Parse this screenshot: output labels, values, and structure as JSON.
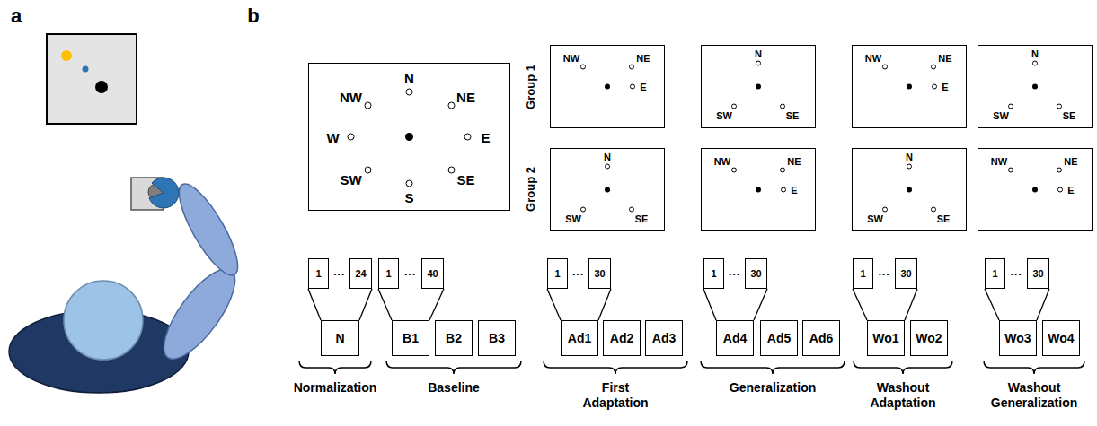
{
  "diagram": {
    "nodes": [
      {
        "text": [
          "N",
          "NW",
          "NE",
          "W",
          "E",
          "SW",
          "S",
          "SE"
        ]
      },
      {
        "text": [
          "NW",
          "NE",
          "E"
        ]
      },
      {
        "text": [
          "N",
          "SW",
          "SE"
        ]
      },
      {
        "text": [
          "NW",
          "NE",
          "E"
        ]
      },
      {
        "text": [
          "N",
          "SW",
          "SE"
        ]
      },
      {
        "text": [
          "N",
          "SW",
          "SE"
        ]
      },
      {
        "text": [
          "NW",
          "NE",
          "E"
        ]
      },
      {
        "text": [
          "N",
          "SW",
          "SE"
        ]
      },
      {
        "text": [
          "NW",
          "NE",
          "E"
        ]
      },
      {
        "text": [
          "1"
        ]
      },
      {
        "text": [
          "24"
        ]
      },
      {
        "text": [
          "N"
        ]
      },
      {
        "text": [
          "1"
        ]
      },
      {
        "text": [
          "40"
        ]
      },
      {
        "text": [
          "B1"
        ]
      },
      {
        "text": [
          "B2"
        ]
      },
      {
        "text": [
          "B3"
        ]
      },
      {
        "text": [
          "1"
        ]
      },
      {
        "text": [
          "30"
        ]
      },
      {
        "text": [
          "Ad1"
        ]
      },
      {
        "text": [
          "Ad2"
        ]
      },
      {
        "text": [
          "Ad3"
        ]
      },
      {
        "text": [
          "1"
        ]
      },
      {
        "text": [
          "30"
        ]
      },
      {
        "text": [
          "Ad4"
        ]
      },
      {
        "text": [
          "Ad5"
        ]
      },
      {
        "text": [
          "Ad6"
        ]
      },
      {
        "text": [
          "1"
        ]
      },
      {
        "text": [
          "30"
        ]
      },
      {
        "text": [
          "Wo1"
        ]
      },
      {
        "text": [
          "Wo2"
        ]
      },
      {
        "text": [
          "1"
        ]
      },
      {
        "text": [
          "30"
        ]
      },
      {
        "text": [
          "Wo3"
        ]
      },
      {
        "text": [
          "Wo4"
        ]
      }
    ],
    "edges": [
      {
        "from": 9,
        "to": 11,
        "arrow": "none"
      },
      {
        "from": 10,
        "to": 11,
        "arrow": "none"
      },
      {
        "from": 12,
        "to": 14,
        "arrow": "none"
      },
      {
        "from": 13,
        "to": 14,
        "arrow": "none"
      },
      {
        "from": 17,
        "to": 19,
        "arrow": "none"
      },
      {
        "from": 18,
        "to": 19,
        "arrow": "none"
      },
      {
        "from": 22,
        "to": 24,
        "arrow": "none"
      },
      {
        "from": 23,
        "to": 24,
        "arrow": "none"
      },
      {
        "from": 27,
        "to": 29,
        "arrow": "none"
      },
      {
        "from": 28,
        "to": 29,
        "arrow": "none"
      },
      {
        "from": 31,
        "to": 33,
        "arrow": "none"
      },
      {
        "from": 32,
        "to": 33,
        "arrow": "none"
      }
    ],
    "labels": [
      "a",
      "b",
      "Group 1",
      "Group 2",
      "···",
      "···",
      "···",
      "···",
      "···",
      "···",
      "Normalization",
      "Baseline",
      "First Adaptation",
      "Generalization",
      "Washout Adaptation",
      "Washout Generalization"
    ]
  }
}
